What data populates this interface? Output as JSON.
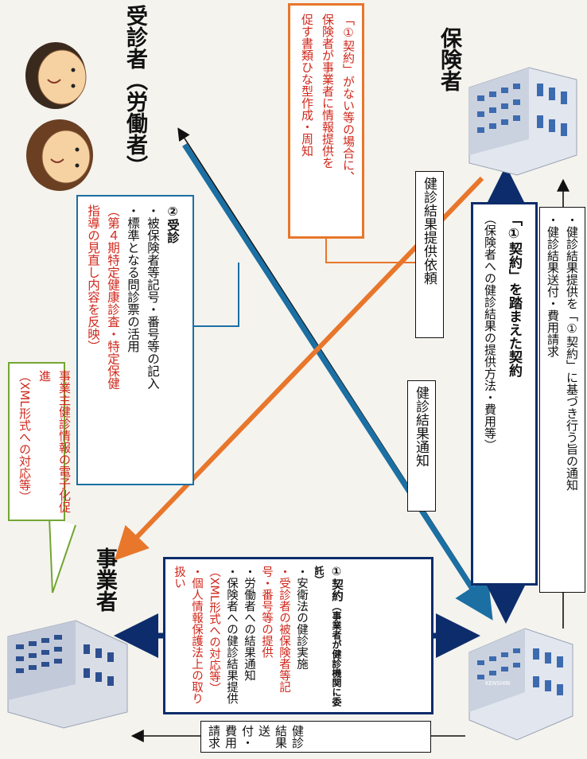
{
  "actors": {
    "examinee": "受診者（労働者）",
    "insurer": "保険者",
    "employer": "事業者"
  },
  "insurer_note": {
    "lines": [
      "「①契約」がない等の場合に、",
      "保険者が事業者に情報提供を",
      "促す書類ひな型作成・周知"
    ]
  },
  "exam_request_label": "健診結果提供依頼",
  "exam_notice_label": "健診結果通知",
  "exam_box": {
    "heading": "②受診",
    "items": [
      "・被保険者等記号・番号等の記入",
      "・標準となる問診票の活用"
    ],
    "note": [
      "（第４期特定健康診査・特定保健",
      "指導の見直し内容を反映）"
    ]
  },
  "digital_box": {
    "lines": [
      "事業主健診情報の電子化促進",
      "（XML形式への対応等）"
    ]
  },
  "contract_box": {
    "heading": "「①契約」を踏まえた契約",
    "sub": "（保険者への健診結果の提供方法・費用等）"
  },
  "insurer_flow_box": {
    "lines": [
      "・健診結果提供を「①契約」に基づき行う旨の通知",
      "・健診結果送付・費用請求"
    ]
  },
  "employer_contract_box": {
    "heading": "①契約",
    "heading_note": "（事業者が健診機関に委託）",
    "line1": "・安衛法の健診実施",
    "line2": "・受診者の被保険者等記号・番号等の提供",
    "line3": "・労働者への結果通知",
    "line4a": "・保険者への健診結果提供",
    "line4b": "（XML形式への対応等）",
    "line5": "・個人情報保護法上の取り扱い"
  },
  "employer_flow_box": {
    "lines": [
      "健診結果送付・費用請求"
    ]
  },
  "building_caption": "KENSHIN",
  "colors": {
    "blue": "#0d2c6b",
    "orange": "#e8762b",
    "green": "#73a633",
    "red": "#d0281c",
    "teal": "#1b6fa3"
  }
}
